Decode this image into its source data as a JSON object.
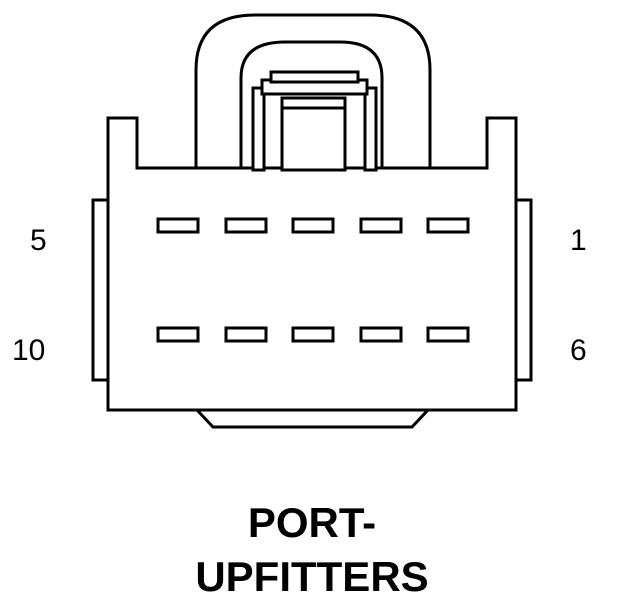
{
  "pin_labels": {
    "top_left": "5",
    "bottom_left": "10",
    "top_right": "1",
    "bottom_right": "6"
  },
  "caption": {
    "line1": "PORT-",
    "line2": "UPFITTERS"
  },
  "colors": {
    "stroke": "#000000",
    "fill": "#ffffff"
  }
}
